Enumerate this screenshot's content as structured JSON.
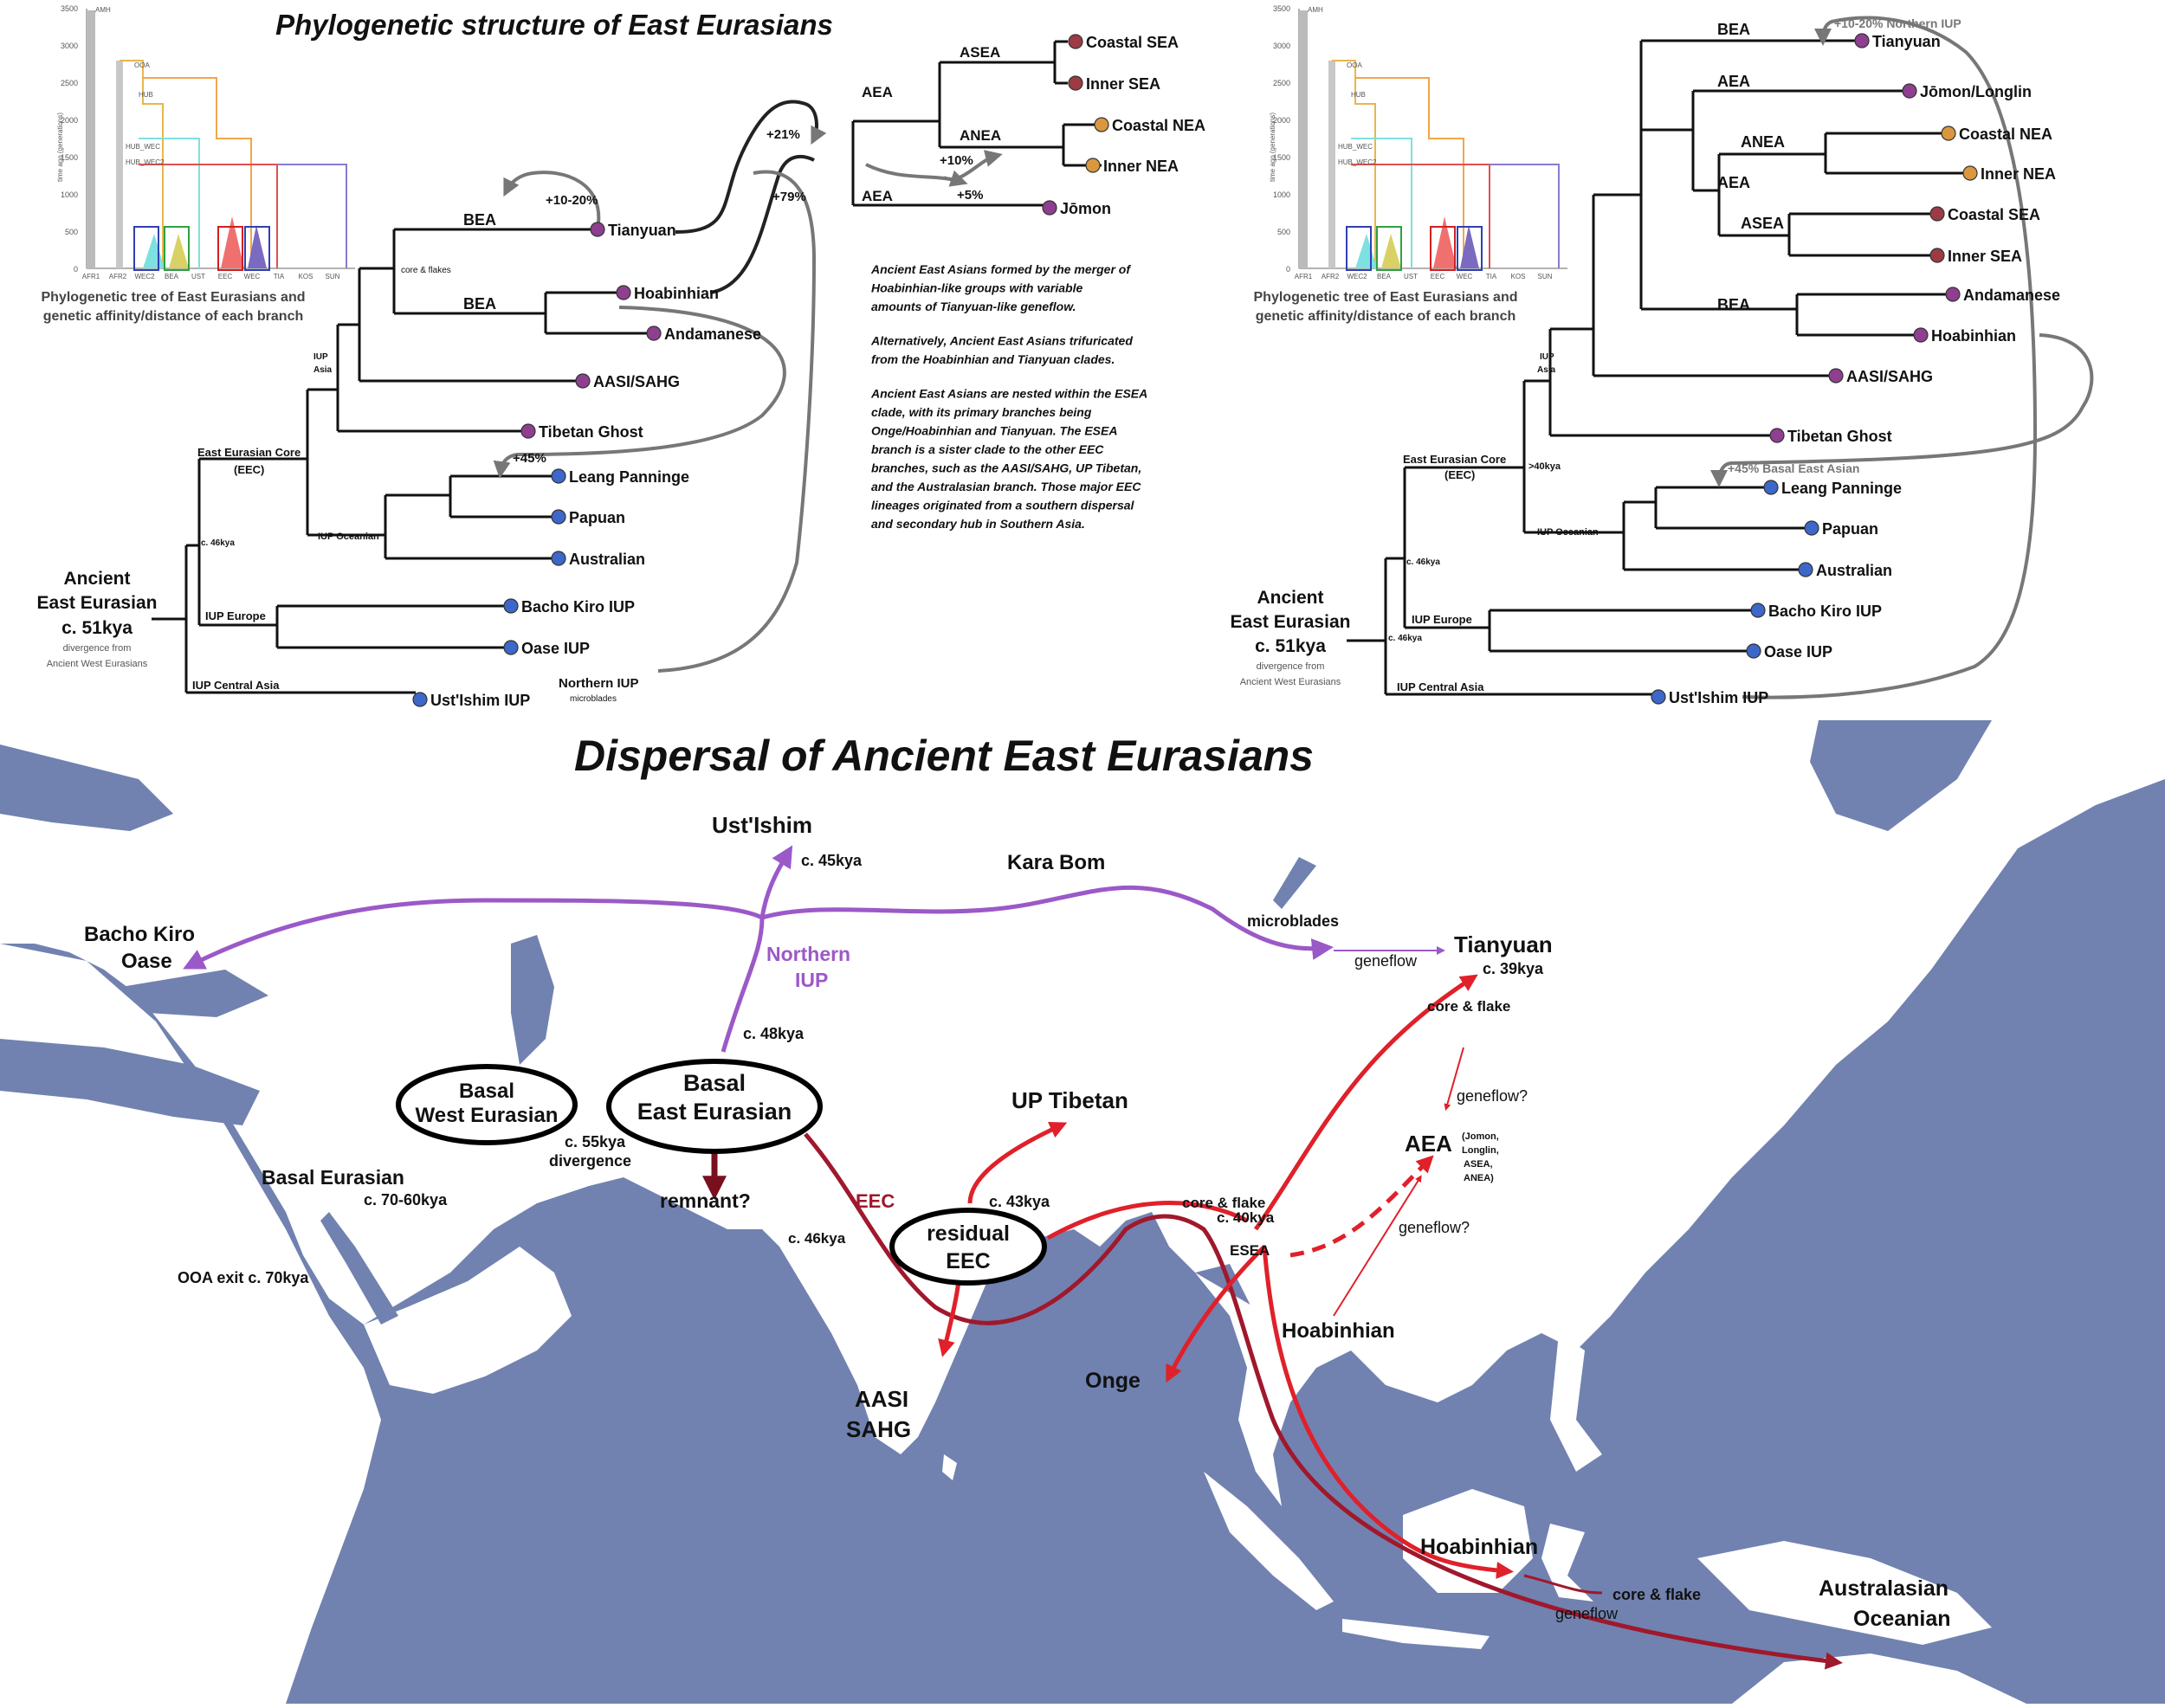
{
  "colors": {
    "sea": "#7182b0",
    "land": "#ffffff",
    "purple_route": "#9b59c8",
    "red_route": "#e0202a",
    "dark_red_route": "#a0182c",
    "node_purple": "#8e3f8f",
    "node_blue": "#3d67c8",
    "node_brown": "#9c3b45",
    "node_orange": "#d9973f",
    "gene_flow_arrow": "#777777"
  },
  "top_left": {
    "title": "Phylogenetic structure of East Eurasians",
    "thumb_caption_1": "Phylogenetic tree of East Eurasians and",
    "thumb_caption_2": "genetic affinity/distance of each branch",
    "thumb_yaxis_label": "time ago (generations)",
    "thumb_y_ticks": [
      "3500",
      "3000",
      "2500",
      "2000",
      "1500",
      "1000",
      "500",
      "0"
    ],
    "thumb_x_ticks": [
      "AFR1",
      "AFR2",
      "WEC2",
      "BEA",
      "UST",
      "EEC",
      "WEC",
      "TIA",
      "KOS",
      "SUN"
    ],
    "thumb_node_labels": [
      "AMH",
      "OOA",
      "HUB",
      "HUB_WEC",
      "HUB_WEC2"
    ],
    "root_1": "Ancient",
    "root_2": "East Eurasian",
    "root_3": "c. 51kya",
    "root_note_1": "divergence from",
    "root_note_2": "Ancient West Eurasians",
    "branch_labels": {
      "eec": "East Eurasian Core",
      "eec_abbr": "(EEC)",
      "iup_asia_1": "IUP",
      "iup_asia_2": "Asia",
      "iup_oceanian": "IUP Oceanian",
      "iup_europe": "IUP Europe",
      "iup_central_asia": "IUP Central Asia",
      "c46": "c. 46kya",
      "bea_1": "BEA",
      "bea_2": "BEA",
      "core_flakes": "core & flakes",
      "aea_1": "AEA",
      "aea_2": "AEA",
      "asea": "ASEA",
      "anea": "ANEA",
      "northern_iup": "Northern IUP",
      "microblades": "microblades"
    },
    "leaves": {
      "tianyuan": "Tianyuan",
      "hoabinhian": "Hoabinhian",
      "andamanese": "Andamanese",
      "aasi": "AASI/SAHG",
      "tibetan_ghost": "Tibetan Ghost",
      "leang": "Leang Panninge",
      "papuan": "Papuan",
      "australian": "Australian",
      "bacho": "Bacho Kiro IUP",
      "oase": "Oase IUP",
      "ustishim": "Ust'Ishim IUP",
      "coastal_sea": "Coastal SEA",
      "inner_sea": "Inner SEA",
      "coastal_nea": "Coastal NEA",
      "inner_nea": "Inner NEA",
      "jomon": "Jōmon"
    },
    "flows": {
      "f1": "+10-20%",
      "f2": "+21%",
      "f3": "+79%",
      "f4": "+10%",
      "f5": "+5%",
      "f6": "+45%"
    },
    "paragraphs": [
      [
        "Ancient East Asians formed by the merger of",
        "Hoabinhian-like groups with variable",
        "amounts of Tianyuan-like geneflow."
      ],
      [
        "Alternatively, Ancient East Asians trifuricated",
        "from the Hoabinhian and Tianyuan clades."
      ],
      [
        "Ancient East Asians are nested within the ESEA",
        "clade, with its primary branches being",
        "Onge/Hoabinhian and Tianyuan. The ESEA",
        "branch is a sister clade to the other EEC",
        "branches, such as the AASI/SAHG, UP Tibetan,",
        "and the Australasian branch. Those major EEC",
        "lineages originated from a southern dispersal",
        "and secondary hub in Southern Asia."
      ]
    ]
  },
  "top_right": {
    "thumb_caption_1": "Phylogenetic tree of East Eurasians and",
    "thumb_caption_2": "genetic affinity/distance of each branch",
    "root_1": "Ancient",
    "root_2": "East Eurasian",
    "root_3": "c. 51kya",
    "root_note_1": "divergence from",
    "root_note_2": "Ancient West Eurasians",
    "branch_labels": {
      "eec": "East Eurasian Core",
      "eec_abbr": "(EEC)",
      "gt40": ">40kya",
      "iup_asia_1": "IUP",
      "iup_asia_2": "Asia",
      "iup_oceanian": "IUP Oceanian",
      "iup_europe": "IUP Europe",
      "iup_central_asia": "IUP Central Asia",
      "c46a": "c. 46kya",
      "c46b": "c. 46kya",
      "bea_1": "BEA",
      "bea_2": "BEA",
      "aea_1": "AEA",
      "aea_2": "AEA",
      "anea": "ANEA",
      "asea": "ASEA"
    },
    "leaves": {
      "tianyuan": "Tianyuan",
      "jomon": "Jōmon/Longlin",
      "coastal_nea": "Coastal NEA",
      "inner_nea": "Inner NEA",
      "coastal_sea": "Coastal SEA",
      "inner_sea": "Inner SEA",
      "andamanese": "Andamanese",
      "hoabinhian": "Hoabinhian",
      "aasi": "AASI/SAHG",
      "tibetan_ghost": "Tibetan Ghost",
      "leang": "Leang Panninge",
      "papuan": "Papuan",
      "australian": "Australian",
      "bacho": "Bacho Kiro IUP",
      "oase": "Oase IUP",
      "ustishim": "Ust'Ishim IUP"
    },
    "flows": {
      "f1": "+10-20% Northern IUP",
      "f2": "+45% Basal East Asian"
    }
  },
  "map": {
    "title": "Dispersal of Ancient East Eurasians",
    "labels": {
      "ustishim": "Ust'Ishim",
      "c45": "c. 45kya",
      "kara_bom": "Kara Bom",
      "bacho_1": "Bacho Kiro",
      "bacho_2": "Oase",
      "northern_1": "Northern",
      "northern_2": "IUP",
      "microblades": "microblades",
      "geneflow_1": "geneflow",
      "tianyuan": "Tianyuan",
      "c39": "c. 39kya",
      "c48": "c. 48kya",
      "core_flake_1": "core & flake",
      "basal_west_1": "Basal",
      "basal_west_2": "West Eurasian",
      "basal_east_1": "Basal",
      "basal_east_2": "East Eurasian",
      "up_tibetan": "UP Tibetan",
      "geneflow_q1": "geneflow?",
      "aea": "AEA",
      "aea_note_1": "(Jomon,",
      "aea_note_2": "Longlin,",
      "aea_note_3": "ASEA,",
      "aea_note_4": "ANEA)",
      "c55_1": "c. 55kya",
      "c55_2": "divergence",
      "basal_eurasian": "Basal Eurasian",
      "c7060": "c. 70-60kya",
      "remnant": "remnant?",
      "eec": "EEC",
      "c43": "c. 43kya",
      "core_flake_2": "core & flake",
      "c40": "c. 40kya",
      "residual_1": "residual",
      "residual_2": "EEC",
      "c46": "c. 46kya",
      "esea": "ESEA",
      "geneflow_q2": "geneflow?",
      "ooa": "OOA exit c. 70kya",
      "hoabinhian_1": "Hoabinhian",
      "aasi_1": "AASI",
      "aasi_2": "SAHG",
      "onge": "Onge",
      "hoabinhian_2": "Hoabinhian",
      "core_flake_3": "core & flake",
      "geneflow_3": "geneflow",
      "austral_1": "Australasian",
      "austral_2": "Oceanian"
    }
  }
}
